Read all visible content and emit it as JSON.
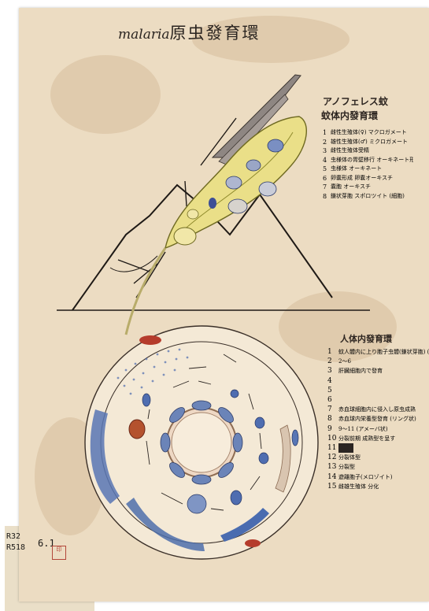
{
  "title": {
    "latin": "malaria",
    "kanji": "原虫發育環"
  },
  "mosquito_panel": {
    "heading_top": "アノフェレス蚊",
    "heading_bottom": "蚊体内發育環",
    "items": [
      {
        "num": "1",
        "text": "雌性生殖体(♀) マクロガメート"
      },
      {
        "num": "2",
        "text": "雄性生殖体(♂) ミクロガメート"
      },
      {
        "num": "3",
        "text": "雌性生殖体受精"
      },
      {
        "num": "4",
        "text": "虫様体の胃壁移行 オーキネート形成"
      },
      {
        "num": "5",
        "text": "虫様体 オーキネート"
      },
      {
        "num": "6",
        "text": "卵嚢形成 卵嚢オーキスチ"
      },
      {
        "num": "7",
        "text": "嚢胞 オーキスチ"
      },
      {
        "num": "8",
        "text": "鎌状芽胞 スポロツイト (細胞)"
      }
    ]
  },
  "human_panel": {
    "heading": "人体内發育環",
    "items": [
      {
        "num": "1",
        "text": "蚊人體内に上り胞子虫體(鎌状芽胞) (スポロツイト)"
      },
      {
        "num": "2",
        "text": "2～6"
      },
      {
        "num": "3",
        "text": "肝臓細胞内で發育"
      },
      {
        "num": "4",
        "text": ""
      },
      {
        "num": "5",
        "text": ""
      },
      {
        "num": "6",
        "text": ""
      },
      {
        "num": "7",
        "text": "赤血球細胞内に侵入し原虫成熟"
      },
      {
        "num": "8",
        "text": "赤血球内栄養型發育 (リング状)"
      },
      {
        "num": "9",
        "text": "9～11 (アメーバ状)"
      },
      {
        "num": "10",
        "text": "分裂前期 成熟型を呈す"
      },
      {
        "num": "11",
        "text": "(抹消)"
      },
      {
        "num": "12",
        "text": "分裂体型"
      },
      {
        "num": "13",
        "text": "分裂型"
      },
      {
        "num": "14",
        "text": "遊離胞子(メロゾイト)"
      },
      {
        "num": "15",
        "text": "雌雄生殖体 分化"
      }
    ]
  },
  "specimen": {
    "line1": "R32",
    "line2": "R518",
    "date": "6.1"
  },
  "seal": {
    "text": "印"
  }
}
